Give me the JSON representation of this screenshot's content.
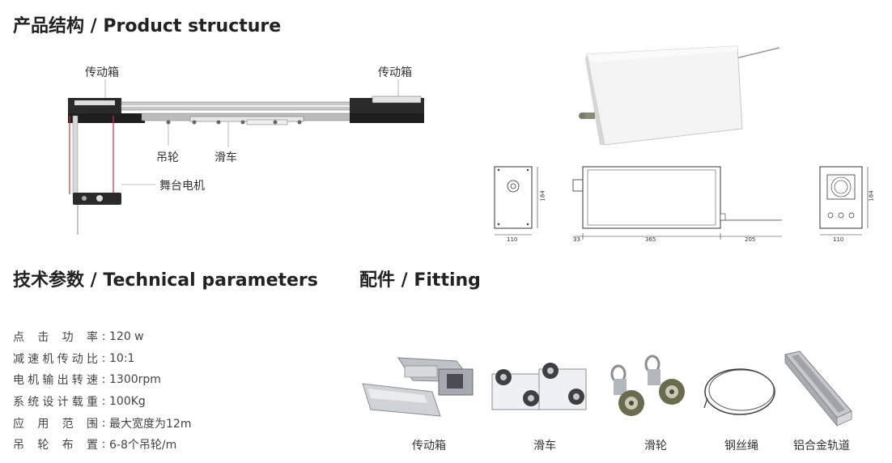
{
  "titles": {
    "product_structure": "产品结构 / Product structure",
    "technical_parameters": "技术参数 / Technical parameters",
    "fitting": "配件 / Fitting"
  },
  "structure_labels": {
    "gearbox_left": "传动箱",
    "gearbox_right": "传动箱",
    "hanging_wheel": "吊轮",
    "pulley": "滑车",
    "stage_motor": "舞台电机"
  },
  "dimensions": {
    "front_width": "110",
    "front_height": "184",
    "side_a": "33",
    "side_b": "365",
    "side_c": "205",
    "back_width": "110",
    "back_height": "184"
  },
  "parameters": [
    {
      "key": "点击功率",
      "value": "120 w"
    },
    {
      "key": "减速机传动比",
      "value": "10:1"
    },
    {
      "key": "电机输出转速",
      "value": "1300rpm"
    },
    {
      "key": "系统设计载重",
      "value": "100Kg"
    },
    {
      "key": "应用范围",
      "value": "最大宽度为12m"
    },
    {
      "key": "吊轮布置",
      "value": "6-8个吊轮/m"
    }
  ],
  "param_separator": ":",
  "fittings": [
    {
      "label": "传动箱"
    },
    {
      "label": "滑车"
    },
    {
      "label": "滑轮"
    },
    {
      "label": "钢丝绳"
    },
    {
      "label": "铝合金轨道"
    }
  ]
}
